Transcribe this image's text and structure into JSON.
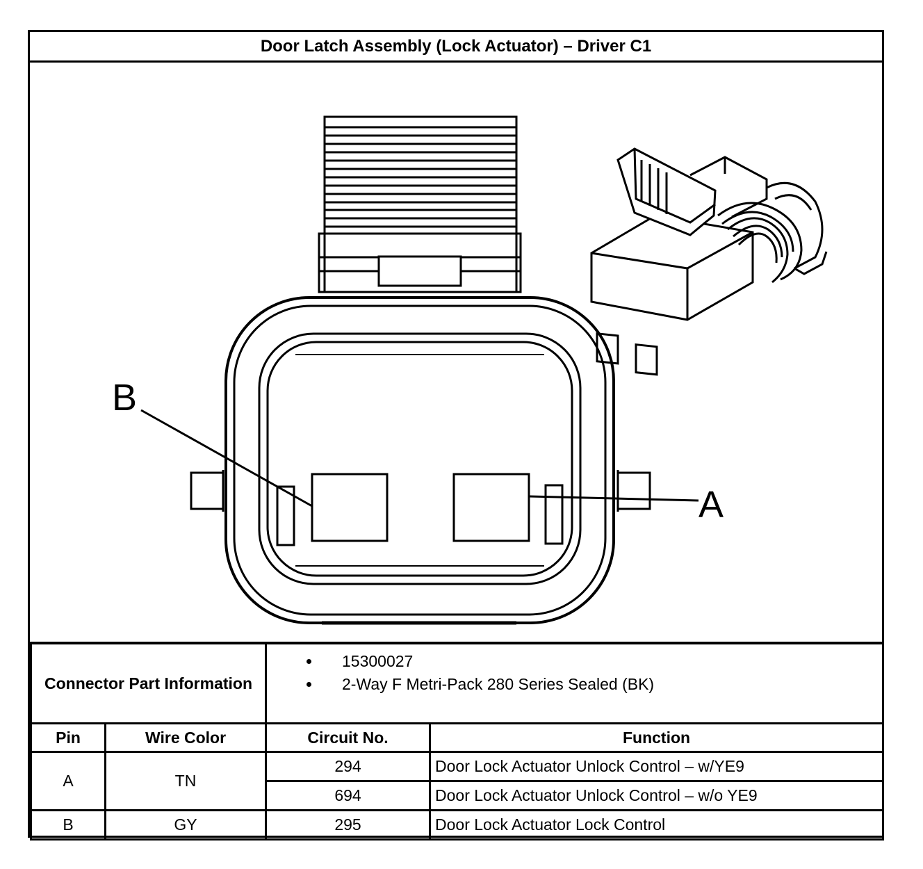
{
  "title": "Door Latch Assembly (Lock Actuator) – Driver C1",
  "figure": {
    "pin_labels": {
      "a": "A",
      "b": "B"
    }
  },
  "connector_info": {
    "label": "Connector Part Information",
    "items": [
      "15300027",
      "2-Way F Metri-Pack 280 Series Sealed (BK)"
    ]
  },
  "pin_table": {
    "headers": {
      "pin": "Pin",
      "wire_color": "Wire Color",
      "circuit": "Circuit No.",
      "function": "Function"
    },
    "rows": [
      {
        "pin": "A",
        "wire_color": "TN",
        "circuit": "294",
        "function": "Door Lock Actuator Unlock Control – w/YE9"
      },
      {
        "circuit": "694",
        "function": "Door Lock Actuator Unlock Control – w/o YE9"
      },
      {
        "pin": "B",
        "wire_color": "GY",
        "circuit": "295",
        "function": "Door Lock Actuator Lock Control"
      }
    ]
  }
}
